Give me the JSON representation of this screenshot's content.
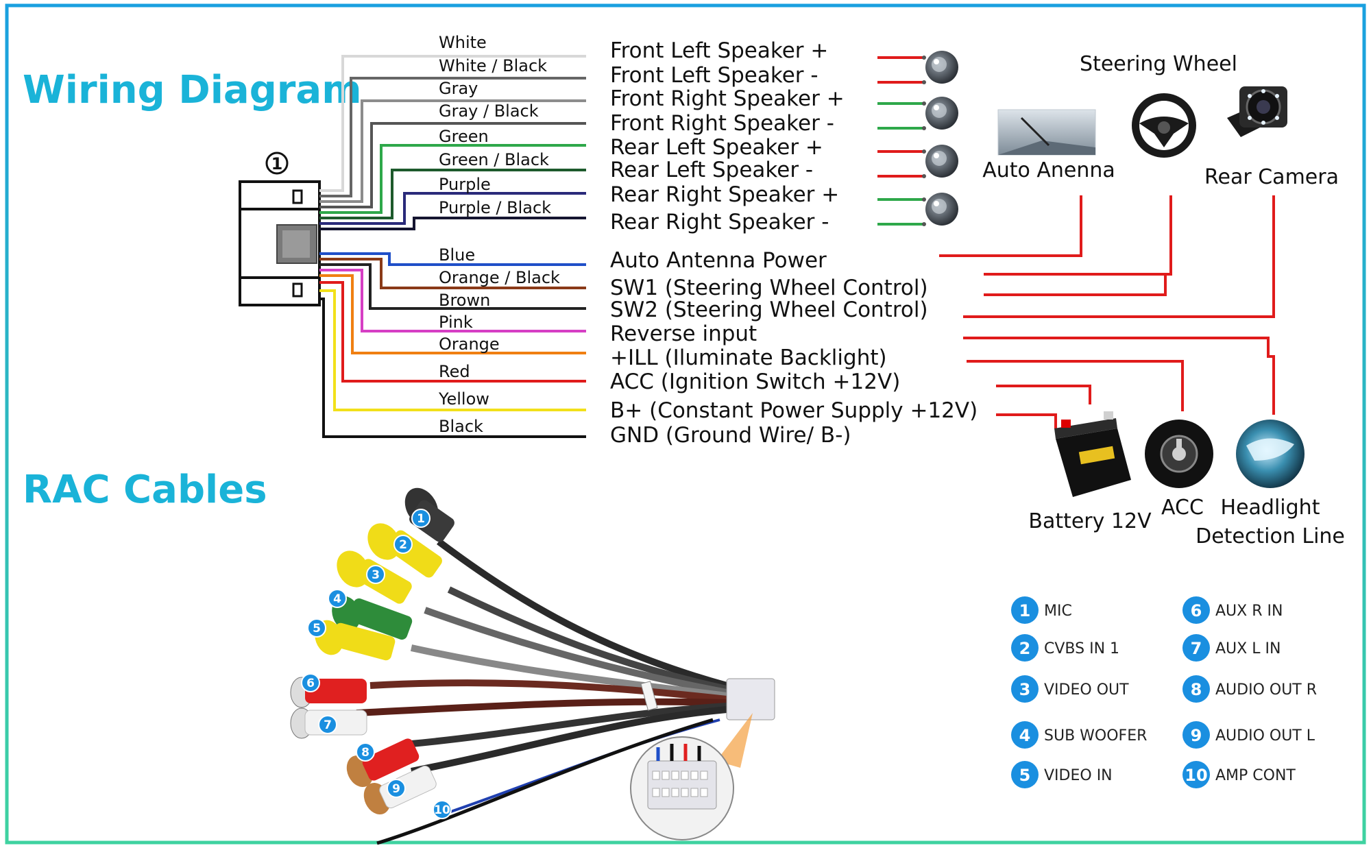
{
  "titles": {
    "wiring_diagram": "Wiring Diagram",
    "rac_cables": "RAC Cables"
  },
  "connector_number": "1",
  "wires": [
    {
      "label": "White",
      "color": "#d8d8d8",
      "function": "Front Left Speaker +"
    },
    {
      "label": "White / Black",
      "color": "#666666",
      "function": "Front Left Speaker -"
    },
    {
      "label": "Gray",
      "color": "#8c8c8c",
      "function": "Front Right Speaker +"
    },
    {
      "label": "Gray / Black",
      "color": "#555555",
      "function": "Front Right Speaker -"
    },
    {
      "label": "Green",
      "color": "#2ea84a",
      "function": "Rear Left Speaker +"
    },
    {
      "label": "Green / Black",
      "color": "#1d5a2c",
      "function": "Rear Left Speaker -"
    },
    {
      "label": "Purple",
      "color": "#2a2a7a",
      "function": "Rear Right Speaker +"
    },
    {
      "label": "Purple / Black",
      "color": "#151530",
      "function": "Rear Right Speaker -"
    },
    {
      "label": "Blue",
      "color": "#1f4fc8",
      "function": "Auto Antenna Power"
    },
    {
      "label": "Orange / Black",
      "color": "#8a3a18",
      "function": "SW1 (Steering Wheel Control)"
    },
    {
      "label": "Brown",
      "color": "#222222",
      "function": "SW2 (Steering Wheel Control)"
    },
    {
      "label": "Pink",
      "color": "#d63fc4",
      "function": "Reverse input"
    },
    {
      "label": "Orange",
      "color": "#f07f12",
      "function": "+ILL (Iluminate Backlight)"
    },
    {
      "label": "Red",
      "color": "#e01b1b",
      "function": "ACC (Ignition Switch +12V)"
    },
    {
      "label": "Yellow",
      "color": "#f2e01a",
      "function": "B+ (Constant Power Supply +12V)"
    },
    {
      "label": "Black",
      "color": "#111111",
      "function": "GND (Ground Wire/ B-)"
    }
  ],
  "devices": {
    "steering_wheel": "Steering Wheel",
    "auto_antenna": "Auto Anenna",
    "rear_camera": "Rear Camera",
    "battery": "Battery 12V",
    "acc": "ACC",
    "headlight_line1": "Headlight",
    "headlight_line2": "Detection Line"
  },
  "rca_legend": [
    {
      "num": "1",
      "label": "MIC"
    },
    {
      "num": "2",
      "label": "CVBS IN 1"
    },
    {
      "num": "3",
      "label": "VIDEO OUT"
    },
    {
      "num": "4",
      "label": "SUB WOOFER"
    },
    {
      "num": "5",
      "label": "VIDEO IN"
    },
    {
      "num": "6",
      "label": "AUX R IN"
    },
    {
      "num": "7",
      "label": "AUX L IN"
    },
    {
      "num": "8",
      "label": "AUDIO OUT R"
    },
    {
      "num": "9",
      "label": "AUDIO OUT L"
    },
    {
      "num": "10",
      "label": "AMP CONT"
    }
  ],
  "colors": {
    "frame": "#1aa0e0",
    "title_cyan": "#1ab3d8",
    "badge_blue": "#1a8fe0",
    "feed_red": "#e01b1b"
  }
}
